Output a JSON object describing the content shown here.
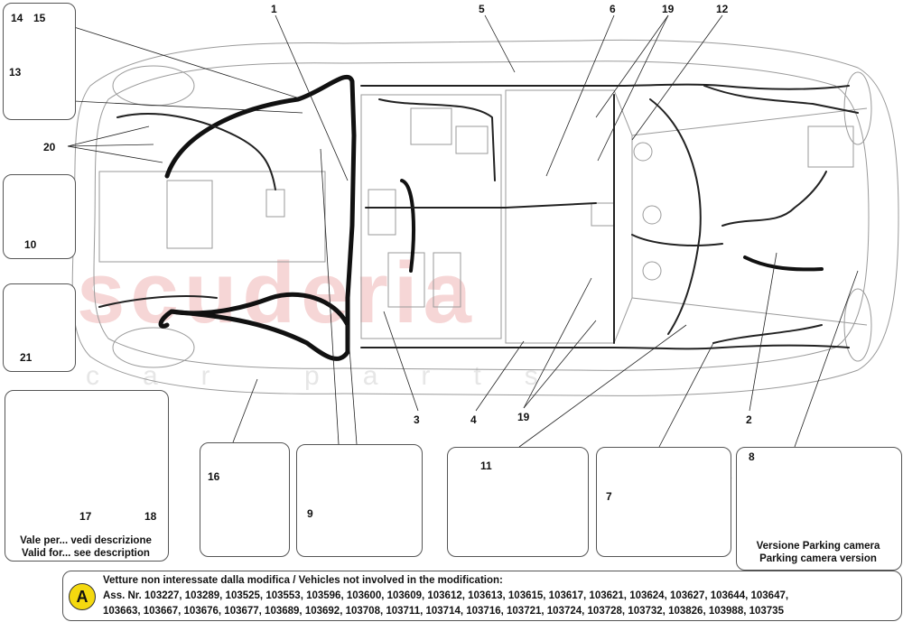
{
  "watermark": {
    "main": "scuderia",
    "sub": "car parts"
  },
  "callouts": {
    "c1": "1",
    "c2": "2",
    "c3": "3",
    "c4": "4",
    "c5": "5",
    "c6": "6",
    "c7": "7",
    "c8": "8",
    "c9": "9",
    "c10": "10",
    "c11": "11",
    "c12": "12",
    "c13": "13",
    "c14": "14",
    "c15": "15",
    "c16": "16",
    "c17": "17",
    "c18": "18",
    "c19a": "19",
    "c19b": "19",
    "c20": "20",
    "c21": "21"
  },
  "captions": {
    "valid_it": "Vale per... vedi descrizione",
    "valid_en": "Valid for... see description",
    "parking_it": "Versione Parking camera",
    "parking_en": "Parking camera version"
  },
  "note": {
    "badge": "A",
    "line1": "Vetture non interessate dalla modifica / Vehicles not involved in the modification:",
    "line2": "Ass. Nr. 103227, 103289, 103525, 103553, 103596, 103600, 103609, 103612, 103613, 103615, 103617, 103621, 103624, 103627, 103644, 103647,",
    "line3": "103663, 103667, 103676, 103677, 103689, 103692, 103708, 103711, 103714, 103716, 103721, 103724, 103728, 103732, 103826, 103988, 103735"
  }
}
